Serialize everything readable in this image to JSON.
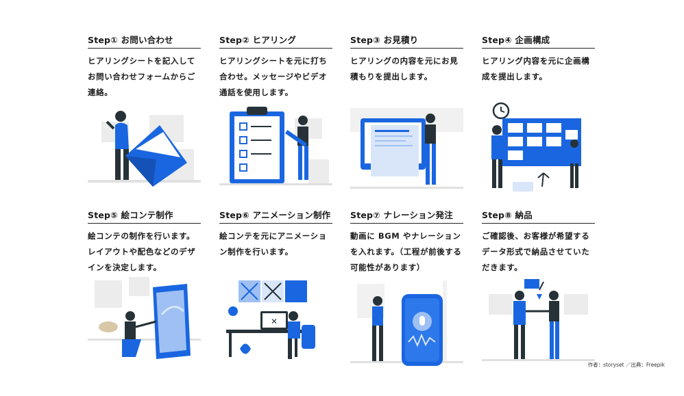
{
  "steps": [
    {
      "title": "Step① お問い合わせ",
      "desc": "ヒアリングシートを記入してお問い合わせフォームからご連絡。",
      "icon": "envelope-illustration"
    },
    {
      "title": "Step② ヒアリング",
      "desc": "ヒアリングシートを元に打ち合わせ。メッセージやビデオ通話を使用します。",
      "icon": "checklist-illustration"
    },
    {
      "title": "Step③ お見積り",
      "desc": "ヒアリングの内容を元にお見積もりを提出します。",
      "icon": "estimate-document-illustration"
    },
    {
      "title": "Step④ 企画構成",
      "desc": "ヒアリング内容を元に企画構成を提出します。",
      "icon": "planning-board-illustration"
    },
    {
      "title": "Step⑤ 絵コンテ制作",
      "desc": "絵コンテの制作を行います。レイアウトや配色などのデザインを決定します。",
      "icon": "painting-canvas-illustration"
    },
    {
      "title": "Step⑥ アニメーション制作",
      "desc": "絵コンテを元にアニメーション制作を行います。",
      "icon": "animation-desk-illustration"
    },
    {
      "title": "Step⑦ ナレーション発注",
      "desc": "動画に BGM やナレーションを入れます。（工程が前後する可能性があります）",
      "icon": "voice-recording-illustration"
    },
    {
      "title": "Step⑧ 納品",
      "desc": "ご確認後、お客様が希望するデータ形式で納品させていただきます。",
      "icon": "delivery-handshake-illustration"
    }
  ],
  "credit": "作者：storyset ／出典：Freepik",
  "colors": {
    "accent": "#1a66e0",
    "light_accent": "#9ec0f2",
    "grey": "#e6e6e6",
    "dark": "#263238"
  }
}
